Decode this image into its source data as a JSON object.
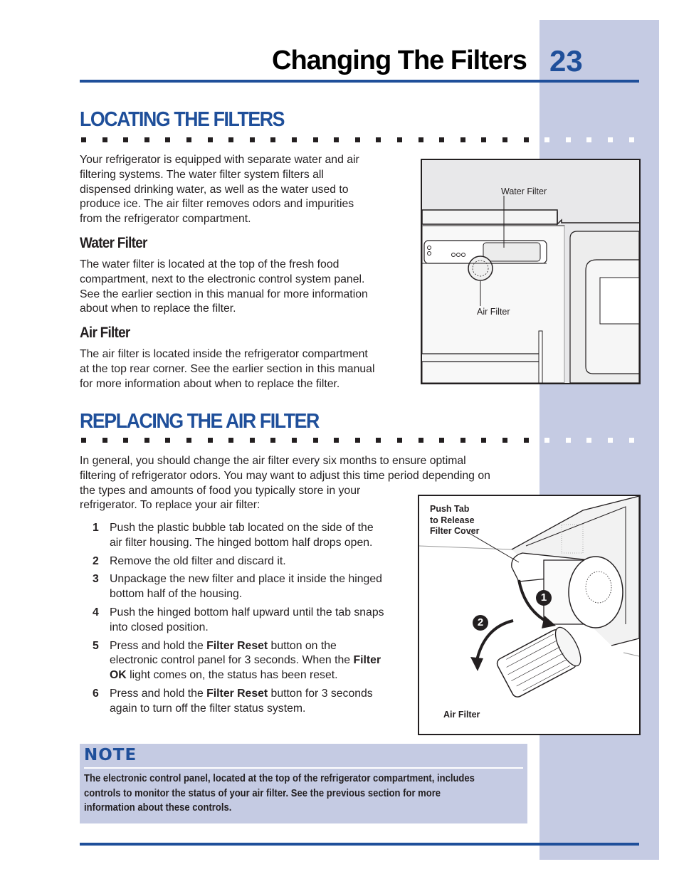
{
  "header": {
    "title": "Changing The Filters",
    "page_number": "23"
  },
  "locating": {
    "heading": "LOCATING THE FILTERS",
    "intro": [
      "Your refrigerator is equipped with separate water and air",
      "filtering systems. The water filter system filters all",
      "dispensed drinking water, as well as the water used to",
      "produce ice. The air filter removes odors and impurities",
      "from the refrigerator compartment."
    ],
    "water_heading": "Water Filter",
    "water_text": [
      "The water filter is located at the top of the fresh food",
      "compartment, next to the electronic control system panel.",
      "See the earlier section in this manual for more information",
      "about when to replace the filter."
    ],
    "air_heading": "Air Filter",
    "air_text": [
      "The air filter is located inside the refrigerator compartment",
      "at the top rear corner. See the earlier section in this manual",
      "for more information about when to replace the filter."
    ],
    "figure": {
      "water_label": "Water Filter",
      "air_label": "Air Filter"
    }
  },
  "replacing": {
    "heading": "REPLACING THE AIR FILTER",
    "intro": [
      "In general, you should change the air filter every six months to ensure optimal",
      "filtering of refrigerator odors. You may want to adjust this time period depending on",
      "the types and amounts of food you typically store in your",
      "refrigerator. To replace your air filter:"
    ],
    "steps": [
      {
        "num": "1",
        "text": [
          "Push the plastic bubble tab located on the side of the",
          "air filter housing. The hinged bottom half drops open."
        ]
      },
      {
        "num": "2",
        "text": [
          "Remove the old filter and discard it."
        ]
      },
      {
        "num": "3",
        "text": [
          "Unpackage the new filter and place it inside the hinged",
          "bottom half of the housing."
        ]
      },
      {
        "num": "4",
        "text": [
          "Push the hinged bottom half upward until the tab snaps",
          "into closed position."
        ]
      },
      {
        "num": "5",
        "text_a": "Press and hold the ",
        "bold_a": "Filter Reset",
        "text_b": " button on the",
        "text_c": "electronic control panel for 3 seconds. When the ",
        "bold_b": "Filter",
        "bold_c": "OK",
        "text_d": " light comes on, the status has been reset."
      },
      {
        "num": "6",
        "text_a": "Press and hold the ",
        "bold_a": "Filter Reset",
        "text_b": " button for 3 seconds",
        "text_c": "again to turn off the filter status system."
      }
    ],
    "figure": {
      "tab_label": [
        "Push Tab",
        "to Release",
        "Filter Cover"
      ],
      "filter_label": "Air Filter",
      "callout_1": "1",
      "callout_2": "2"
    }
  },
  "note": {
    "title": "NOTE",
    "lines": [
      "The electronic control panel, located at the top of the refrigerator compartment, includes",
      "controls to monitor the status of your air filter. See the previous section for  more",
      "information about these controls."
    ]
  },
  "colors": {
    "accent": "#1f4f9a",
    "sidebar": "#c5cbe3"
  }
}
